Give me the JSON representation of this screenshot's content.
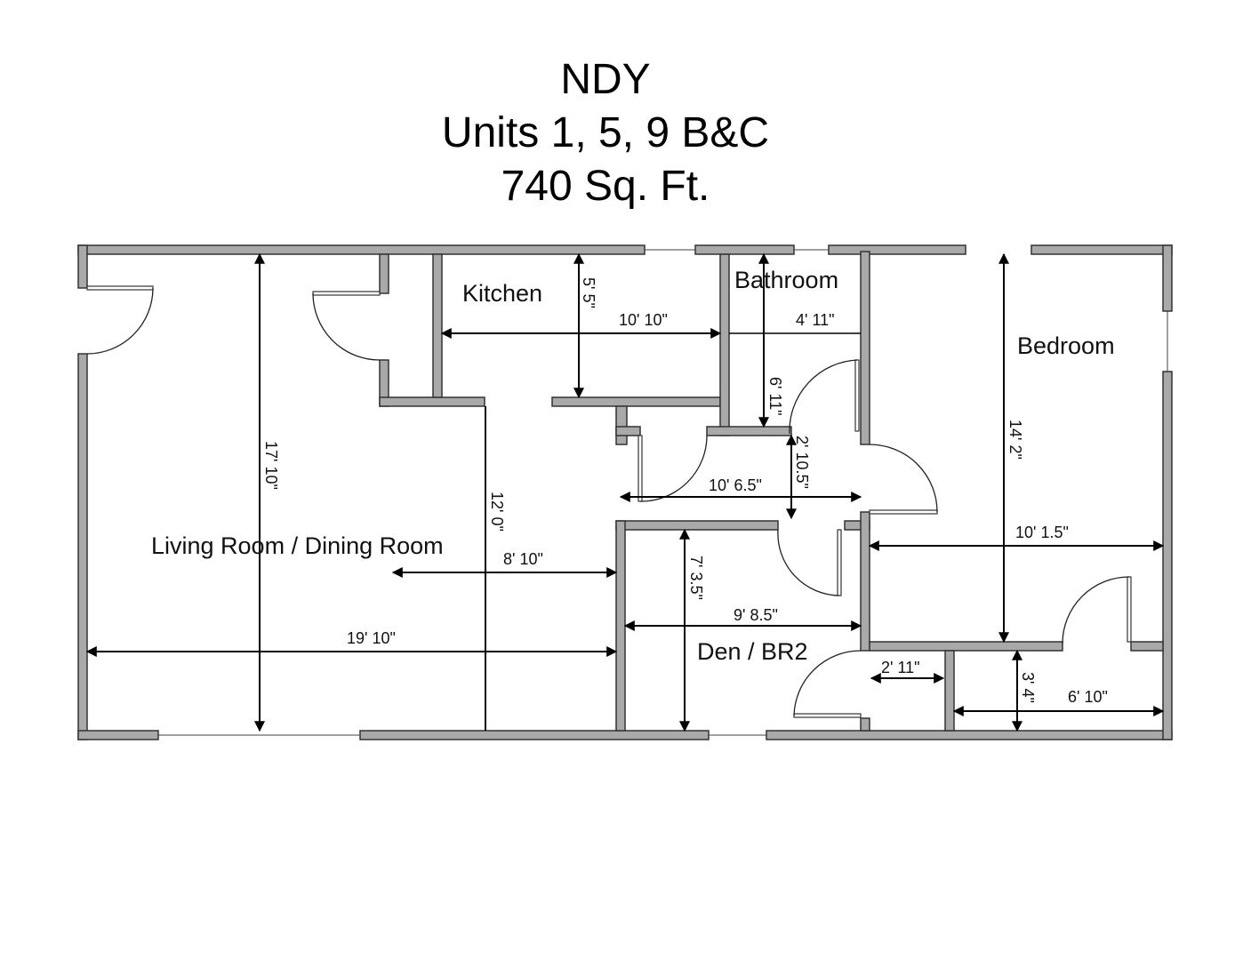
{
  "title": {
    "line1": "NDY",
    "line2": "Units 1, 5, 9 B&C",
    "line3": "740 Sq. Ft."
  },
  "rooms": {
    "kitchen": "Kitchen",
    "bathroom": "Bathroom",
    "bedroom": "Bedroom",
    "living": "Living Room / Dining Room",
    "den": "Den / BR2"
  },
  "dimensions": {
    "kitchen_depth": "5' 5\"",
    "kitchen_width": "10' 10\"",
    "bath_width": "4' 11\"",
    "bath_depth": "6' 11\"",
    "hall_width": "2' 10.5\"",
    "hall_length": "10' 6.5\"",
    "living_depth": "17' 10\"",
    "dining_depth": "12' 0\"",
    "dining_width": "8' 10\"",
    "living_width": "19' 10\"",
    "den_depth": "7' 3.5\"",
    "den_width": "9' 8.5\"",
    "bedroom_depth": "14' 2\"",
    "bedroom_width": "10' 1.5\"",
    "closet1_width": "2' 11\"",
    "closet2_depth": "3' 4\"",
    "closet2_width": "6' 10\""
  }
}
